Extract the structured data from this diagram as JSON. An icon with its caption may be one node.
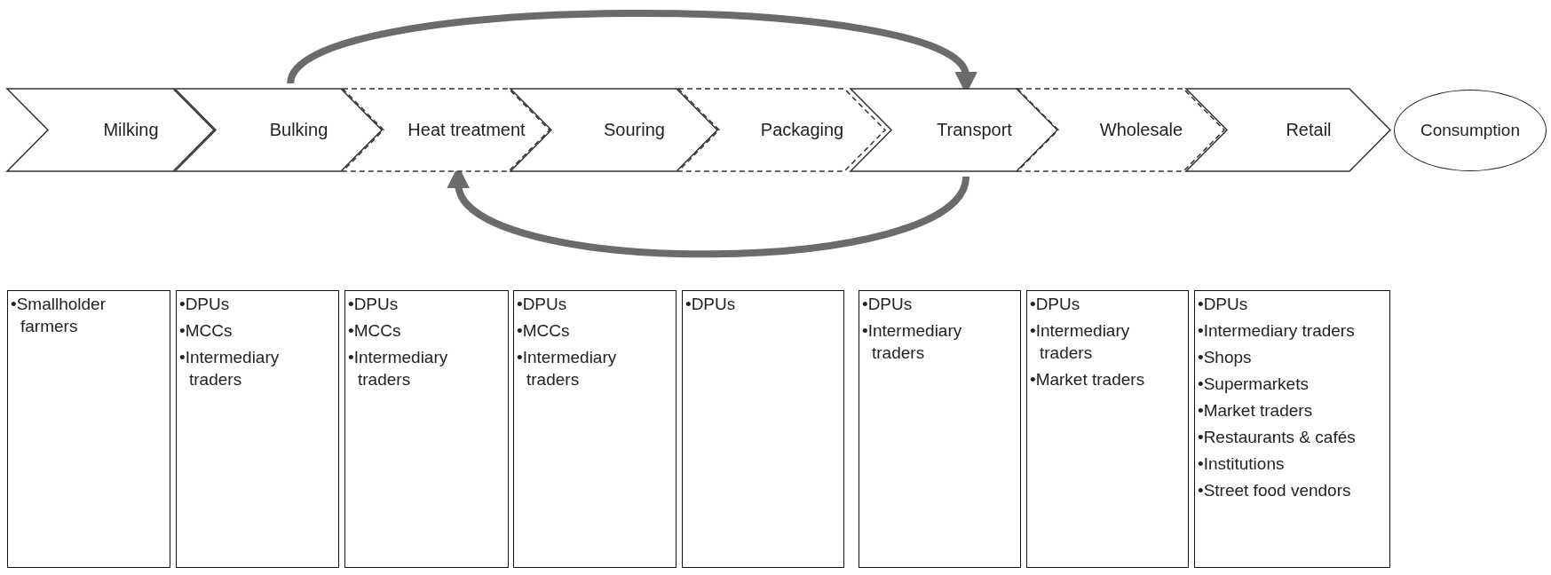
{
  "diagram": {
    "nodes": [
      {
        "text": [
          "Milking"
        ]
      },
      {
        "text": [
          "Bulking"
        ]
      },
      {
        "text": [
          "Heat treatment"
        ]
      },
      {
        "text": [
          "Souring"
        ]
      },
      {
        "text": [
          "Packaging"
        ]
      },
      {
        "text": [
          "Transport"
        ]
      },
      {
        "text": [
          "Wholesale"
        ]
      },
      {
        "text": [
          "Retail"
        ]
      },
      {
        "text": [
          "Consumption"
        ]
      },
      {
        "text": [
          "•Smallholder farmers"
        ]
      },
      {
        "text": [
          "•DPUs",
          "•MCCs",
          "•Intermediary traders"
        ]
      },
      {
        "text": [
          "•DPUs",
          "•MCCs",
          "•Intermediary traders"
        ]
      },
      {
        "text": [
          "•DPUs",
          "•MCCs",
          "•Intermediary traders"
        ]
      },
      {
        "text": [
          "•DPUs"
        ]
      },
      {
        "text": [
          "•DPUs",
          "•Intermediary traders"
        ]
      },
      {
        "text": [
          "•DPUs",
          "•Intermediary traders",
          "•Market traders"
        ]
      },
      {
        "text": [
          "•DPUs",
          "•Intermediary traders",
          "•Shops",
          "•Supermarkets",
          "•Market traders",
          "•Restaurants & cafés",
          "•Institutions",
          "•Street food vendors"
        ]
      }
    ],
    "edges": [
      {
        "from": 1,
        "to": 5,
        "arrow": "to"
      },
      {
        "from": 5,
        "to": 2,
        "arrow": "to"
      }
    ]
  }
}
